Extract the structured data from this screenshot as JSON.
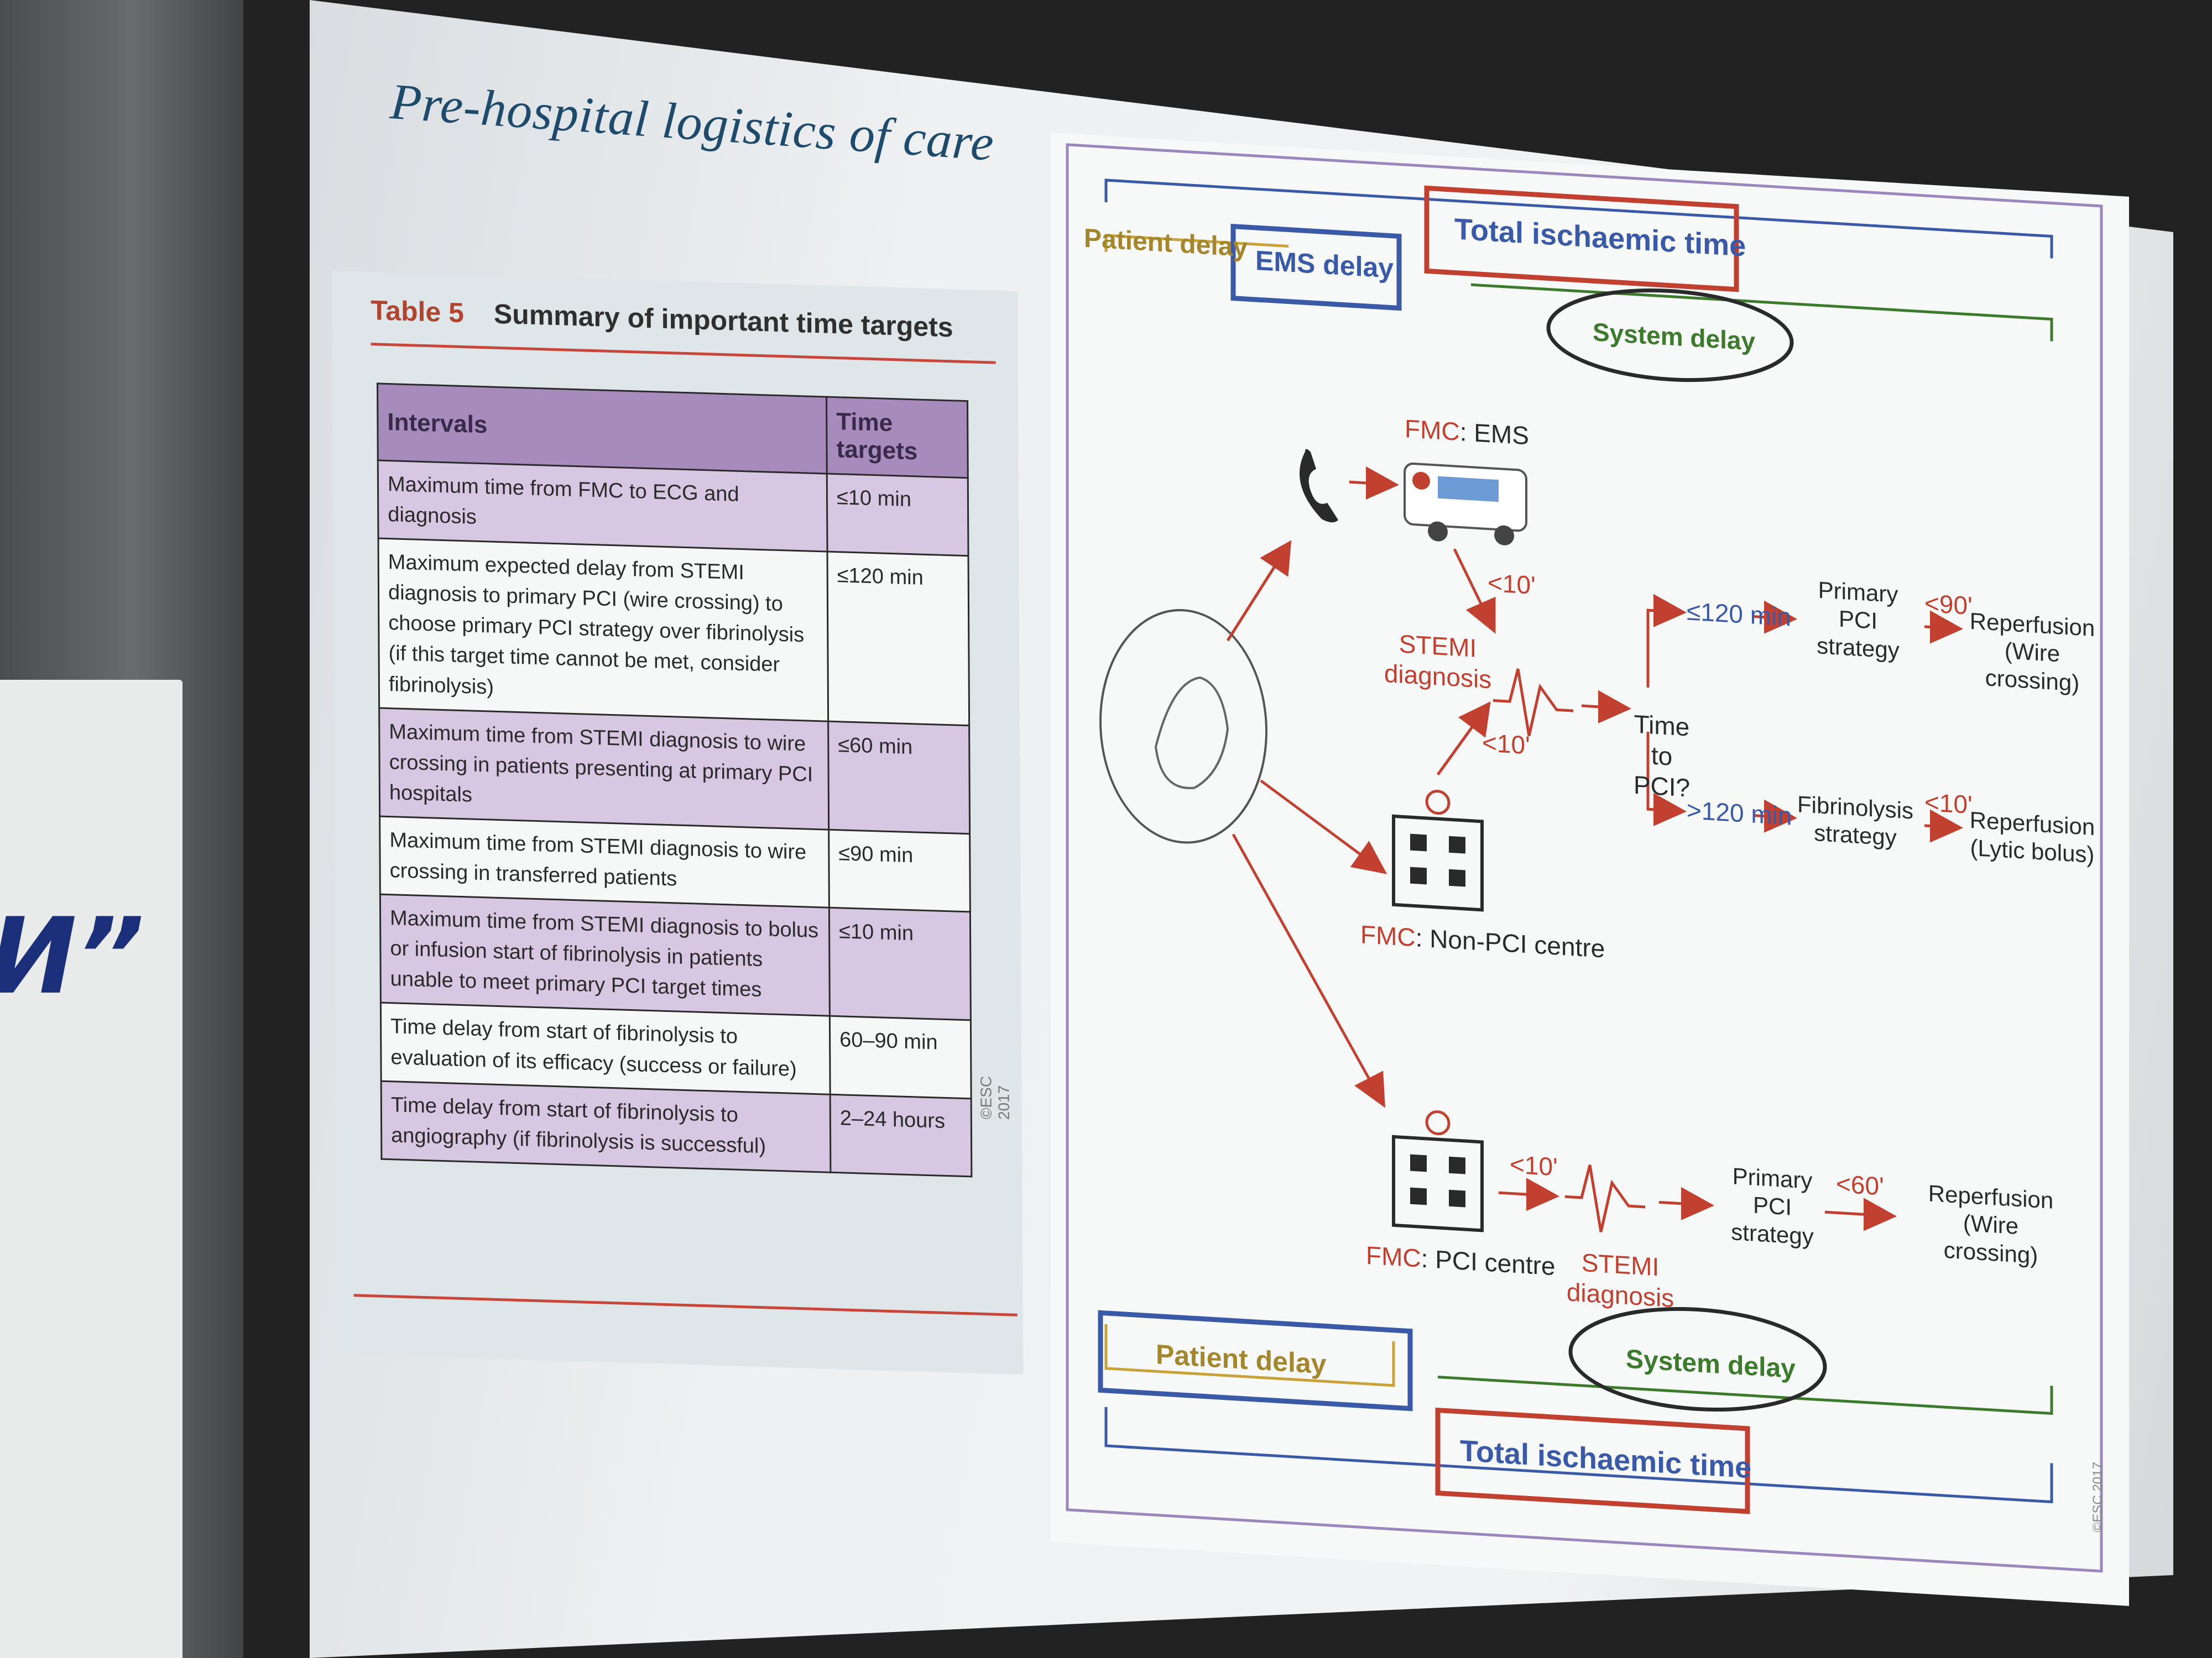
{
  "wall_sign": {
    "text": "И”"
  },
  "slide": {
    "title": "Pre-hospital logistics of care"
  },
  "table": {
    "number": "Table 5",
    "caption": "Summary of important time targets",
    "headers": [
      "Intervals",
      "Time targets"
    ],
    "rows": [
      {
        "interval": "Maximum time from FMC to ECG and diagnosis",
        "target": "≤10 min"
      },
      {
        "interval": "Maximum expected delay from STEMI diagnosis to primary PCI (wire crossing) to choose primary PCI strategy over fibrinolysis (if this target time cannot be met, consider fibrinolysis)",
        "target": "≤120 min"
      },
      {
        "interval": "Maximum time from STEMI diagnosis to wire crossing in patients presenting at primary PCI hospitals",
        "target": "≤60 min"
      },
      {
        "interval": "Maximum time from STEMI diagnosis to wire crossing in transferred patients",
        "target": "≤90 min"
      },
      {
        "interval": "Maximum time from STEMI diagnosis to bolus or infusion start of fibrinolysis in patients unable to meet primary PCI target times",
        "target": "≤10 min"
      },
      {
        "interval": "Time delay from start of fibrinolysis to evaluation of its efficacy (success or failure)",
        "target": "60–90 min"
      },
      {
        "interval": "Time delay from start of fibrinolysis to angiography (if fibrinolysis is successful)",
        "target": "2–24 hours"
      }
    ],
    "copyright": "©ESC 2017"
  },
  "diagram": {
    "top": {
      "total_ischaemic_time": "Total ischaemic time",
      "patient_delay": "Patient delay",
      "ems_delay": "EMS delay",
      "system_delay": "System delay"
    },
    "fmc_ems_prefix": "FMC",
    "fmc_ems_suffix": ": EMS",
    "lt10_a": "<10'",
    "lt10_b": "<10'",
    "stemi_diagnosis_1": "STEMI diagnosis",
    "time_to_pci": "Time to PCI?",
    "le120": "≤120 min",
    "gt120": ">120 min",
    "primary_pci_1": "Primary PCI strategy",
    "lt90": "<90'",
    "reperfusion_wire_1": "Reperfusion (Wire crossing)",
    "fibrinolysis_strategy": "Fibrinolysis strategy",
    "lt10_c": "<10'",
    "reperfusion_lytic": "Reperfusion (Lytic bolus)",
    "fmc_non_pci_prefix": "FMC",
    "fmc_non_pci_suffix": ": Non-PCI centre",
    "fmc_pci_prefix": "FMC",
    "fmc_pci_suffix": ": PCI centre",
    "lt10_d": "<10'",
    "stemi_diagnosis_2": "STEMI diagnosis",
    "primary_pci_2": "Primary PCI strategy",
    "lt60": "<60'",
    "reperfusion_wire_2": "Reperfusion (Wire crossing)",
    "bottom": {
      "patient_delay": "Patient delay",
      "system_delay": "System delay",
      "total_ischaemic_time": "Total ischaemic time"
    },
    "copyright": "©ESC 2017"
  },
  "colors": {
    "accent_red": "#c2402f",
    "blue": "#3a5aa8",
    "green": "#3c7a2c",
    "purple": "#9b86bd",
    "gold": "#c9a23a"
  }
}
